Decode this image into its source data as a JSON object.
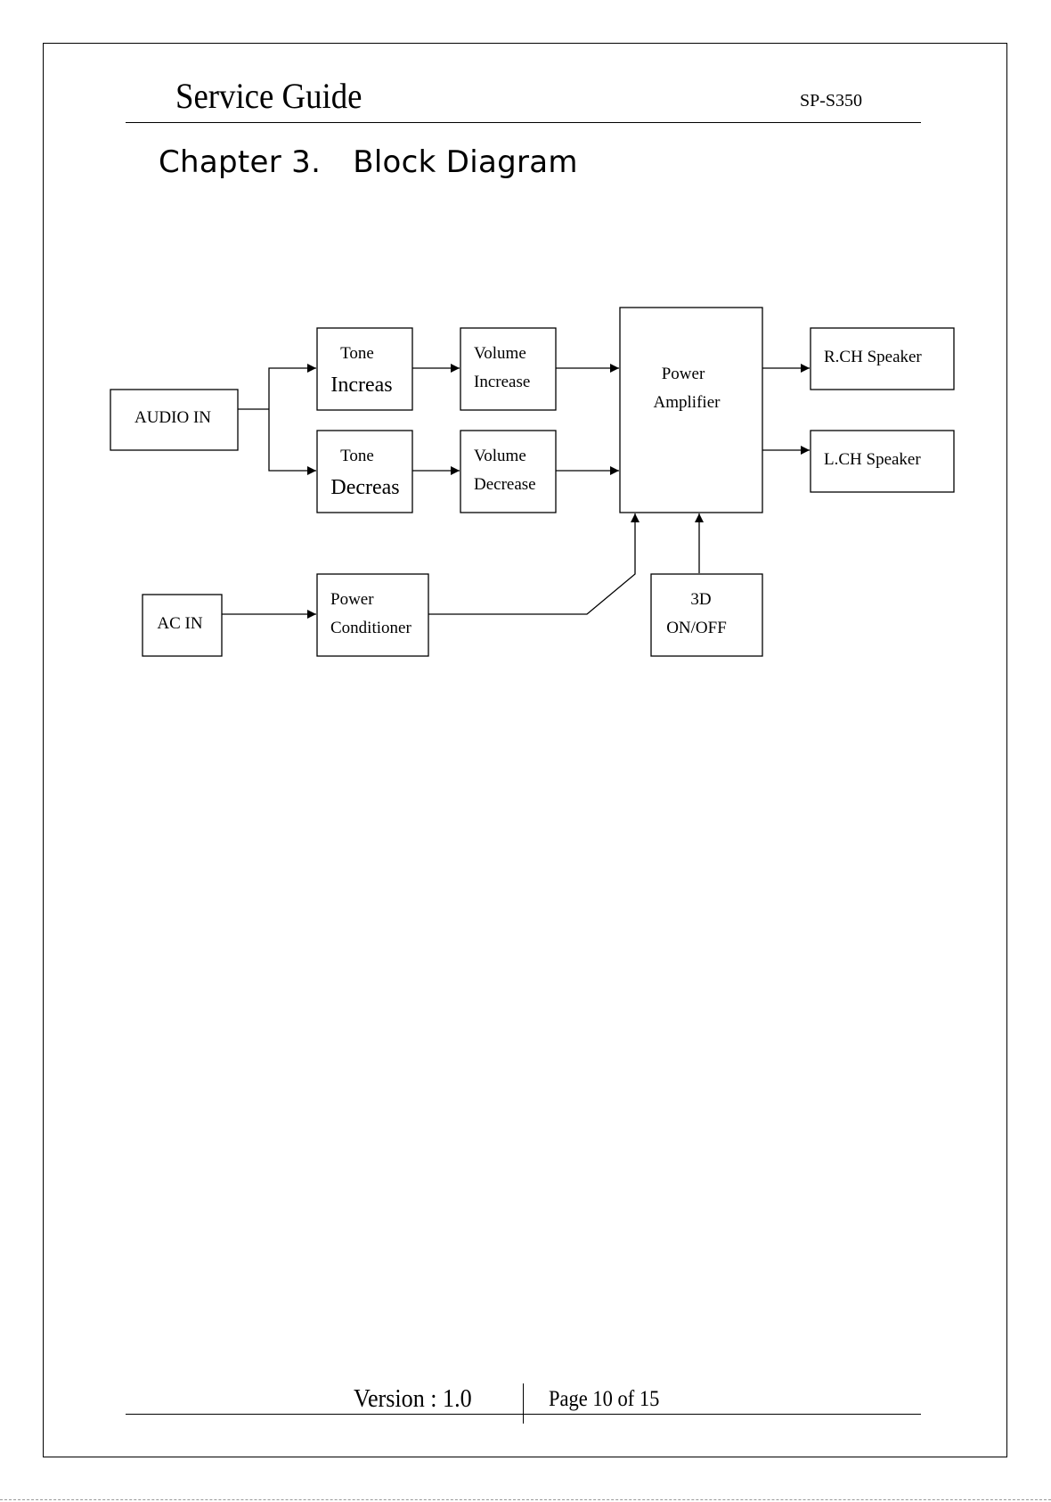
{
  "header": {
    "title": "Service Guide",
    "model": "SP-S350"
  },
  "chapter": {
    "number": "Chapter 3.",
    "title": "Block Diagram"
  },
  "diagram": {
    "blocks": {
      "audio_in": [
        "AUDIO IN"
      ],
      "tone_increase": [
        "Tone",
        "Increas"
      ],
      "tone_decrease": [
        "Tone",
        "Decreas"
      ],
      "volume_increase": [
        "Volume",
        "Increase"
      ],
      "volume_decrease": [
        "Volume",
        "Decrease"
      ],
      "power_amplifier": [
        "Power",
        "Amplifier"
      ],
      "rch_speaker": [
        "R.CH Speaker"
      ],
      "lch_speaker": [
        "L.CH Speaker"
      ],
      "ac_in": [
        "AC IN"
      ],
      "power_conditioner": [
        "Power",
        "Conditioner"
      ],
      "switch_3d": [
        "3D",
        "ON/OFF"
      ]
    }
  },
  "footer": {
    "version": "Version : 1.0",
    "page": "Page 10 of 15"
  }
}
